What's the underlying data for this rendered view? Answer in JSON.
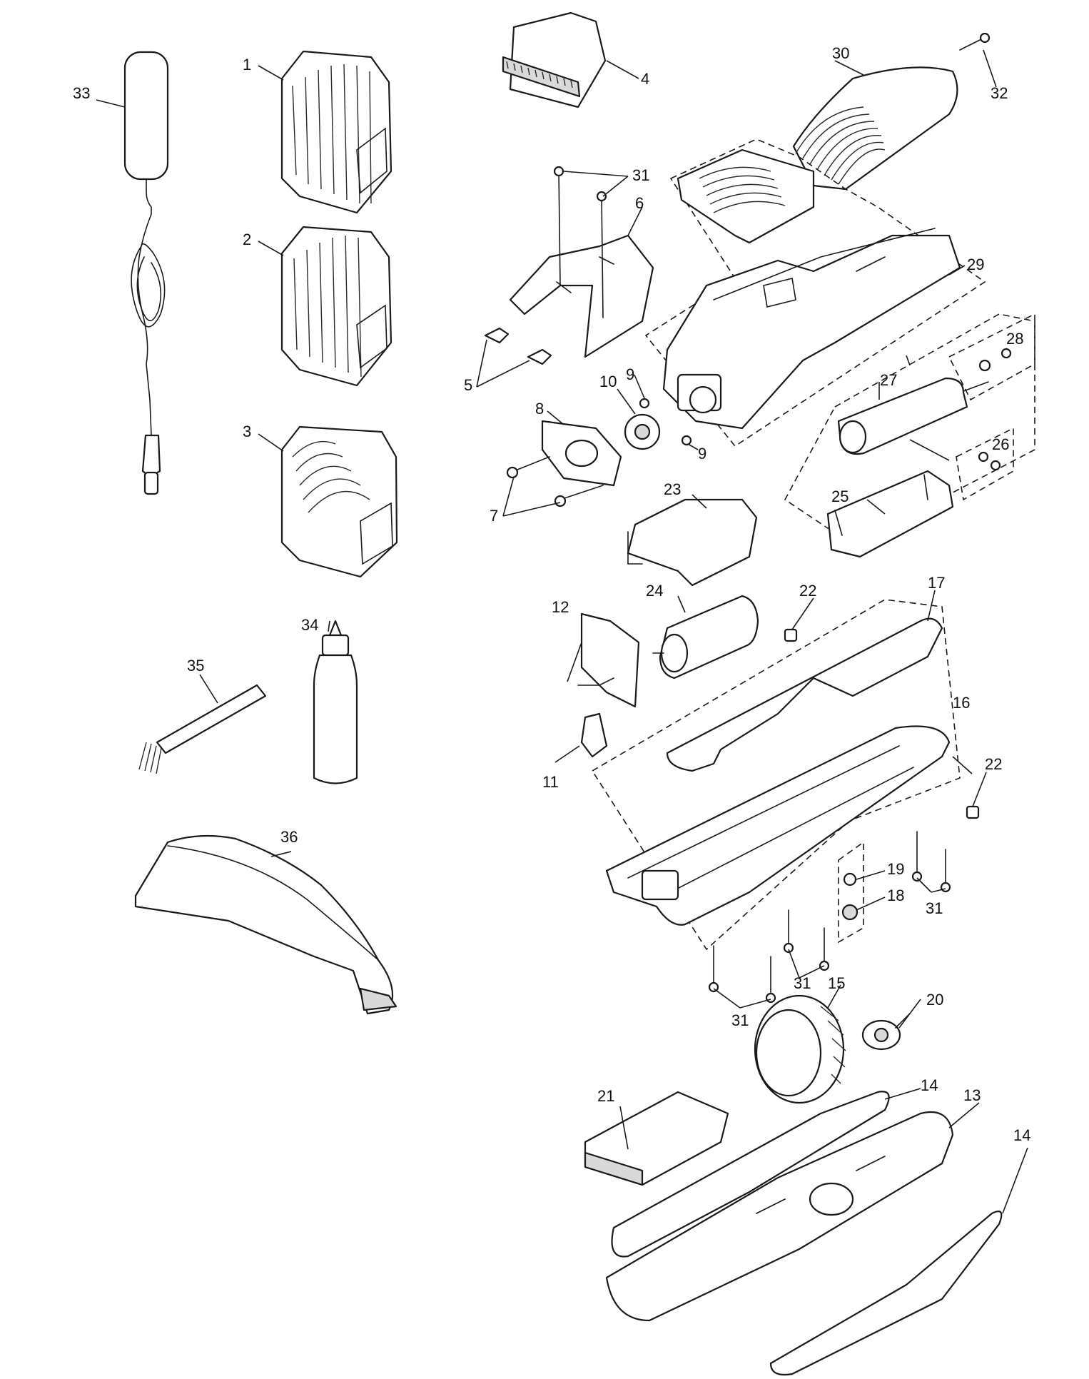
{
  "diagram": {
    "labels": {
      "p1": "1",
      "p2": "2",
      "p3": "3",
      "p4": "4",
      "p5": "5",
      "p6": "6",
      "p7": "7",
      "p8": "8",
      "p9a": "9",
      "p9b": "9",
      "p10": "10",
      "p11": "11",
      "p12": "12",
      "p13": "13",
      "p14a": "14",
      "p14b": "14",
      "p15": "15",
      "p16": "16",
      "p17": "17",
      "p18": "18",
      "p19": "19",
      "p20": "20",
      "p21": "21",
      "p22a": "22",
      "p22b": "22",
      "p23": "23",
      "p24": "24",
      "p25": "25",
      "p26": "26",
      "p27": "27",
      "p28": "28",
      "p29": "29",
      "p30": "30",
      "p31a": "31",
      "p31b": "31",
      "p31c": "31",
      "p31d": "31",
      "p32": "32",
      "p33": "33",
      "p34": "34",
      "p35": "35",
      "p36": "36"
    }
  }
}
